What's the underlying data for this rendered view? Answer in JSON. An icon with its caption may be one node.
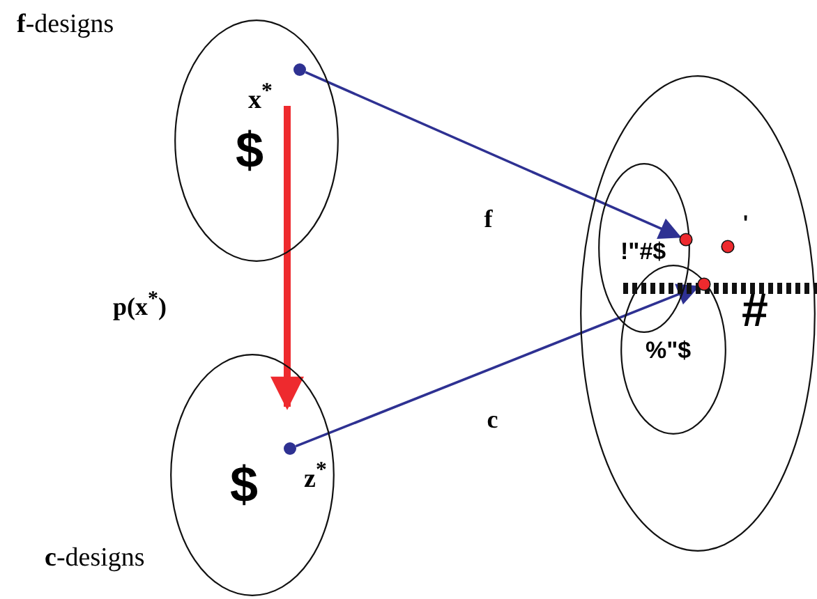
{
  "diagram": {
    "nodes": [
      {
        "text": [
          "$"
        ],
        "beside": [
          "**f**-designs"
        ]
      },
      {
        "text": [
          "x$^{*}$"
        ],
        "in": 0
      },
      {
        "text": [
          "$"
        ],
        "beside": [
          "**c**-designs"
        ]
      },
      {
        "text": [
          "z$^{*}$"
        ],
        "in": 2
      },
      {
        "text": [
          "#"
        ]
      },
      {
        "text": [
          "!\"#$"
        ],
        "in": 4
      },
      {
        "text": [
          "%\"$"
        ],
        "in": 4
      },
      {
        "text": [],
        "shape": "circle",
        "in": 5
      },
      {
        "text": [],
        "shape": "circle",
        "in": 6
      },
      {
        "text": [],
        "shape": "circle",
        "in": 4,
        "beside": [
          "'"
        ]
      }
    ],
    "edges": [
      {
        "from": 1,
        "to": 7,
        "arrow": "to",
        "label": "f"
      },
      {
        "from": 3,
        "to": 8,
        "arrow": "to",
        "label": "c"
      },
      {
        "from": 1,
        "to": 3,
        "arrow": "to",
        "label": "p(x$^{*}$)",
        "style": "thick",
        "color": "#ee2a2e"
      }
    ]
  }
}
